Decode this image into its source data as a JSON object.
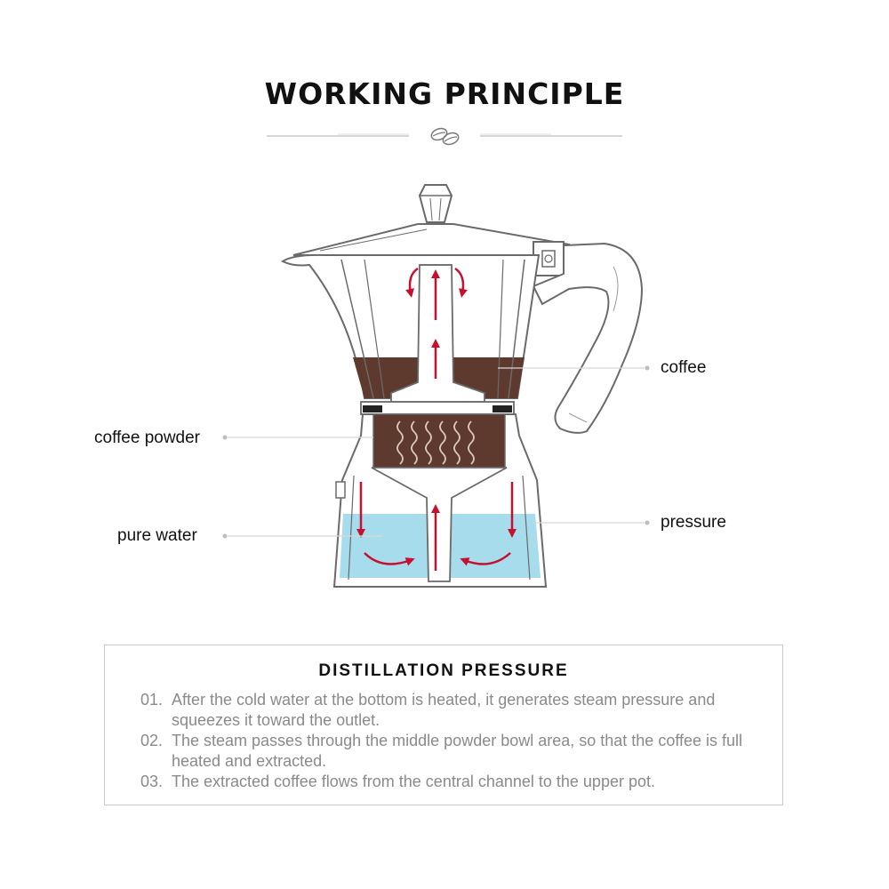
{
  "header": {
    "title": "WORKING PRINCIPLE"
  },
  "icons": {
    "divider": "coffee-beans-icon"
  },
  "labels": {
    "coffee": "coffee",
    "coffee_powder": "coffee powder",
    "pressure": "pressure",
    "pure_water": "pure water"
  },
  "colors": {
    "coffee": "#5e3a2e",
    "water": "#a6dceb",
    "arrow": "#c8102e",
    "outline": "#6a6a6a"
  },
  "description": {
    "title": "DISTILLATION PRESSURE",
    "steps": [
      {
        "num": "01.",
        "text": "After the cold water at the bottom is heated, it generates steam pressure and squeezes it toward the outlet."
      },
      {
        "num": "02.",
        "text": "The steam passes through the middle powder bowl area, so that the coffee is full heated and extracted."
      },
      {
        "num": "03.",
        "text": "The extracted coffee flows from the central channel to the upper pot."
      }
    ]
  }
}
